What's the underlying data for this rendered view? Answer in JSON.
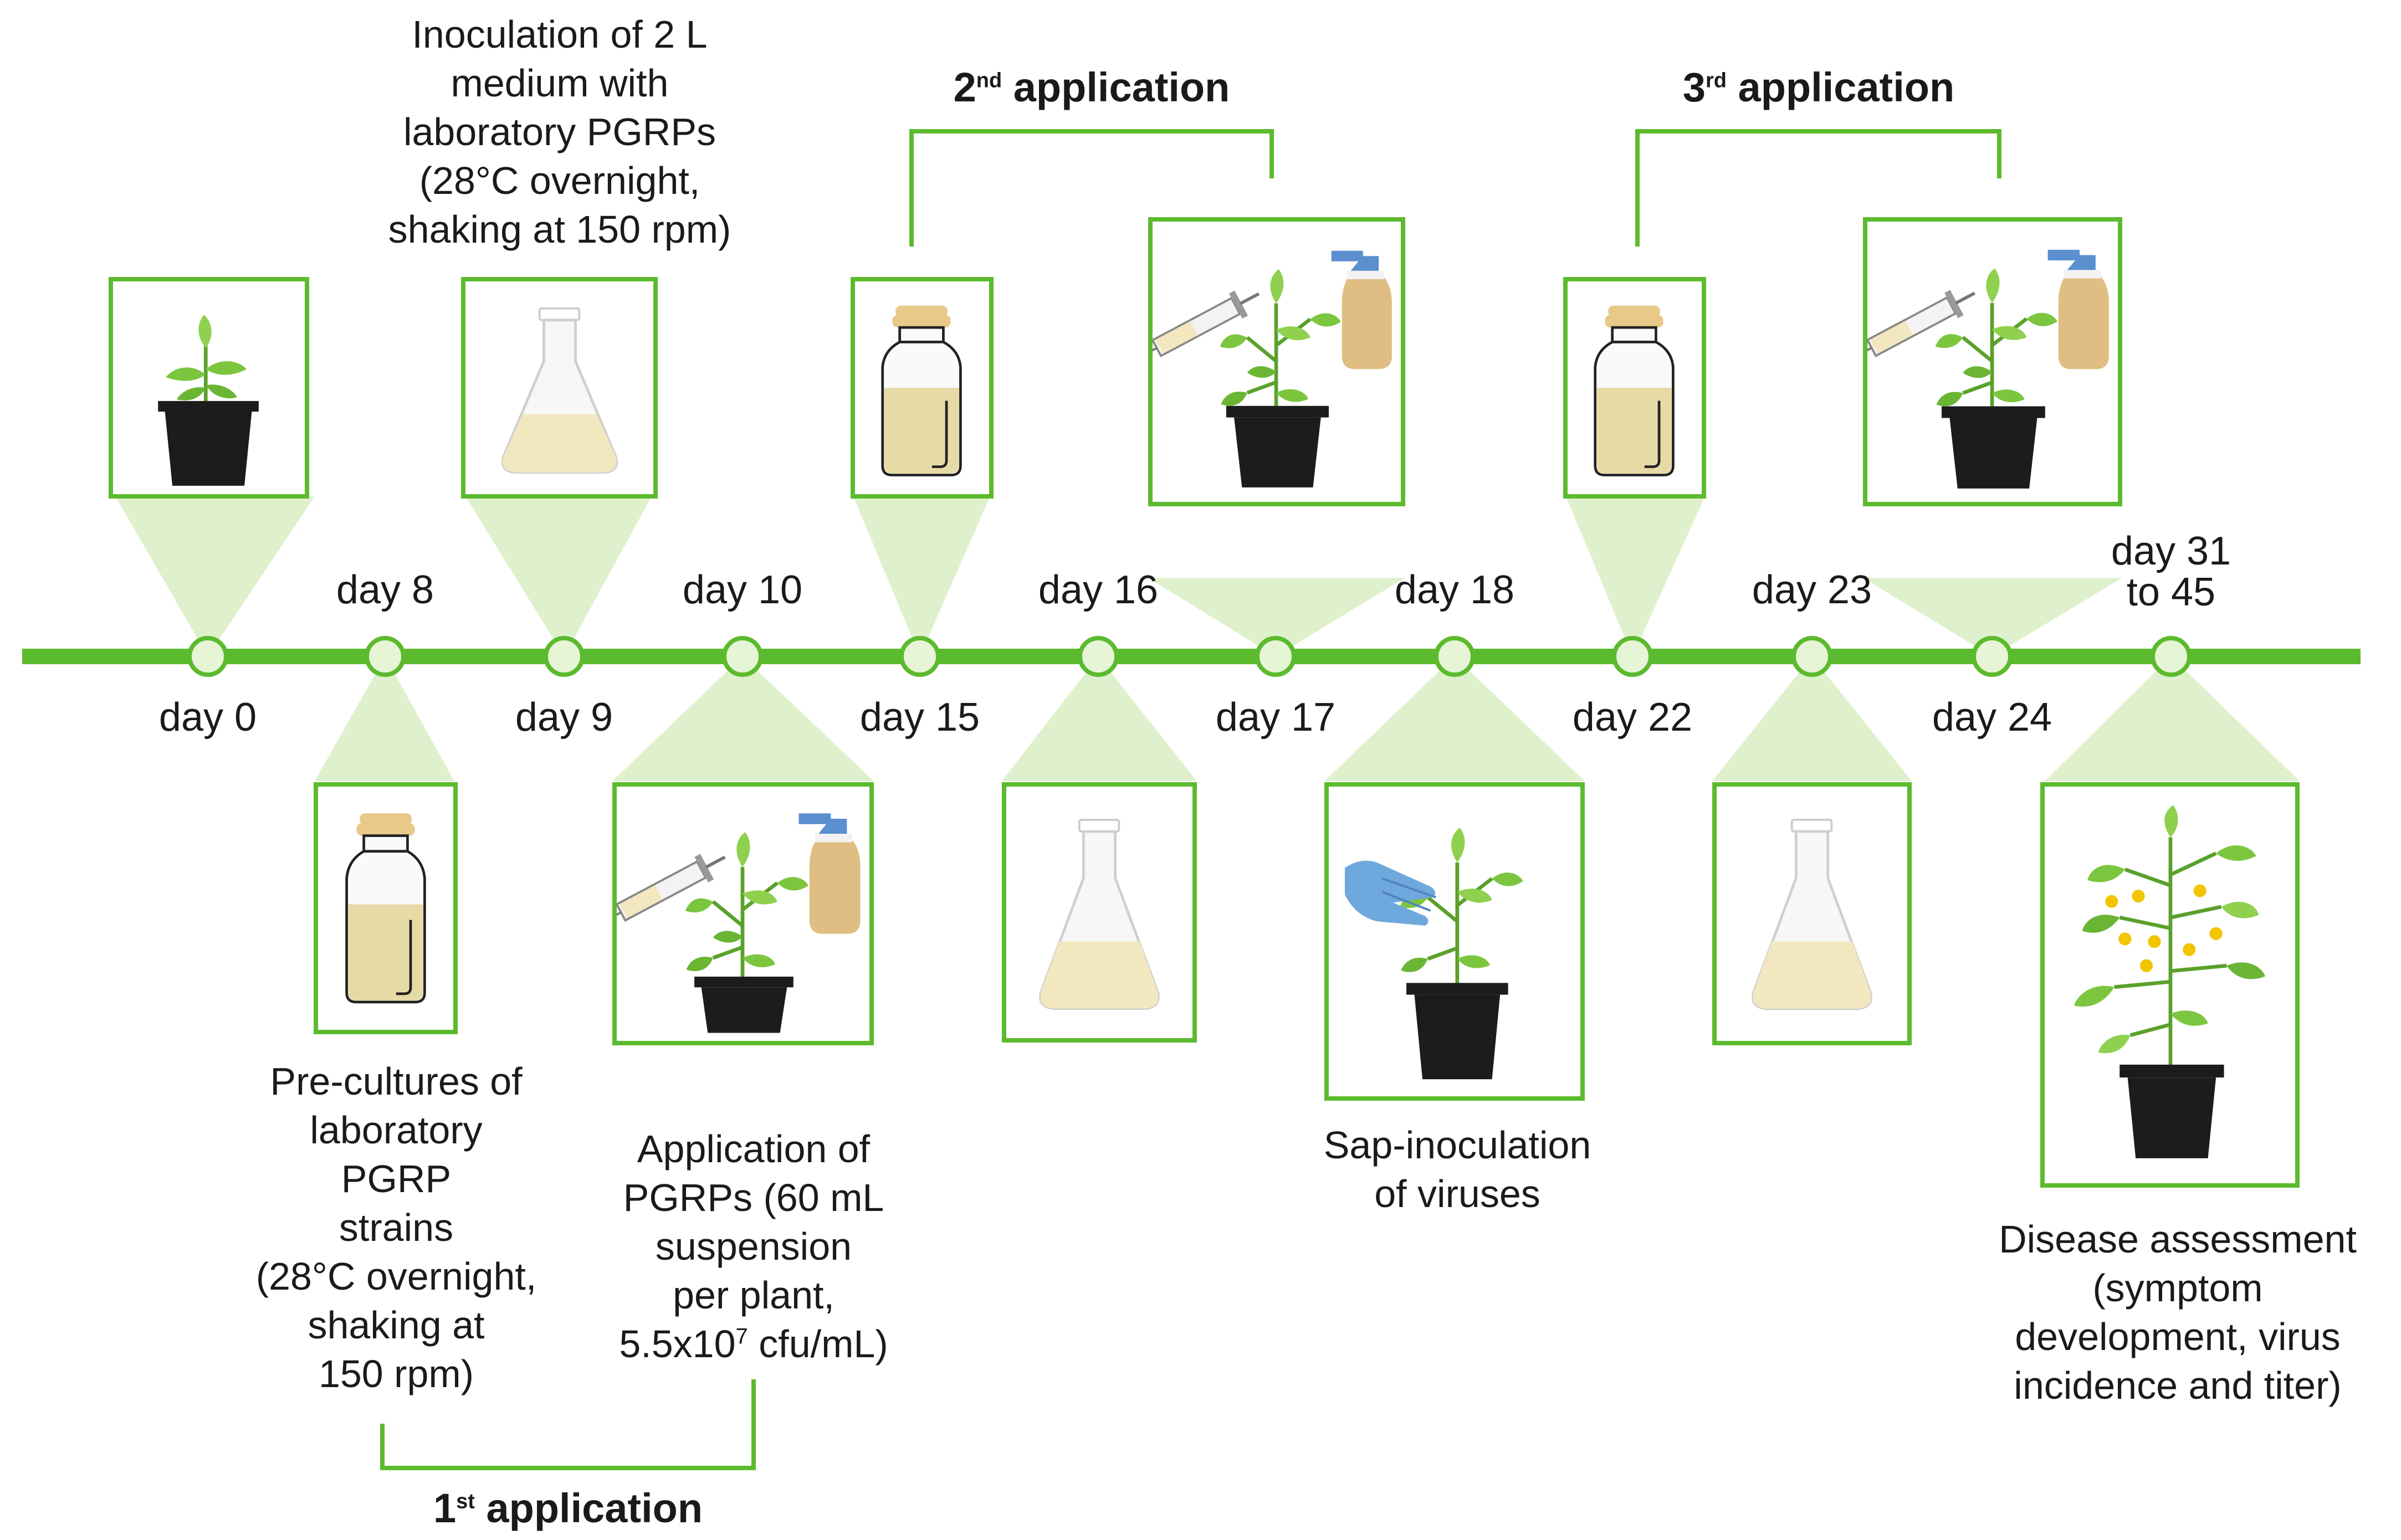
{
  "timeline": {
    "days_top": [
      {
        "id": "day8",
        "label": "day 8"
      },
      {
        "id": "day10",
        "label": "day 10"
      },
      {
        "id": "day16",
        "label": "day 16"
      },
      {
        "id": "day18",
        "label": "day 18"
      },
      {
        "id": "day23",
        "label": "day 23"
      },
      {
        "id": "day31",
        "label": "day 31\nto 45"
      }
    ],
    "days_bottom": [
      {
        "id": "day0",
        "label": "day 0"
      },
      {
        "id": "day9",
        "label": "day 9"
      },
      {
        "id": "day15",
        "label": "day 15"
      },
      {
        "id": "day17",
        "label": "day 17"
      },
      {
        "id": "day22",
        "label": "day 22"
      },
      {
        "id": "day24",
        "label": "day 24"
      }
    ]
  },
  "applications": {
    "first": {
      "ordinal": "1",
      "sup": "st",
      "text": " application"
    },
    "second": {
      "ordinal": "2",
      "sup": "nd",
      "text": " application"
    },
    "third": {
      "ordinal": "3",
      "sup": "rd",
      "text": " application"
    }
  },
  "captions": {
    "inoculation": "Inoculation of 2 L\nmedium with\nlaboratory PGRPs\n(28°C overnight,\nshaking at 150 rpm)",
    "precultures": "Pre-cultures of\nlaboratory\nPGRP\nstrains\n(28°C overnight,\nshaking at\n150 rpm)",
    "application_main": "Application of\nPGRPs (60 mL\nsuspension\nper plant,\n5.5x10",
    "application_exp": "7",
    "application_tail": " cfu/mL)",
    "sap": "Sap-inoculation\nof viruses",
    "disease": "Disease assessment\n(symptom\ndevelopment, virus\nincidence and titer)"
  },
  "colors": {
    "green": "#5cba2e",
    "light_green": "#dff1cc",
    "node_fill": "#e6f5d6",
    "liquid": "#f3e7bf",
    "pot": "#1c1c1c",
    "leaf": "#7cc63f",
    "glove": "#6fa8dc",
    "flower": "#f2c500"
  },
  "icons": {
    "seedling": "seedling-pot-icon",
    "flask": "erlenmeyer-flask-icon",
    "bottle": "culture-bottle-icon",
    "plant_spray": "plant-syringe-spray-icon",
    "plant_glove": "plant-glove-icon",
    "flowering": "flowering-plant-icon"
  }
}
